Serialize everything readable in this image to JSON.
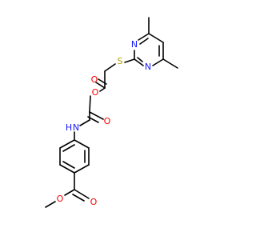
{
  "colors": {
    "bond": "#000000",
    "carbon": "#000000",
    "nitrogen": "#1a1aff",
    "oxygen": "#ff0000",
    "sulfur": "#b5a000",
    "background": "#ffffff"
  },
  "atoms": {
    "n_pyr_1": "N",
    "n_pyr_2": "N",
    "s": "S",
    "o_ester1_carbonyl": "O",
    "o_ester1_link": "O",
    "o_amide": "O",
    "nh": "H",
    "nh_n": "N",
    "o_ester2_carbonyl": "O",
    "o_ester2_methoxy": "O"
  }
}
